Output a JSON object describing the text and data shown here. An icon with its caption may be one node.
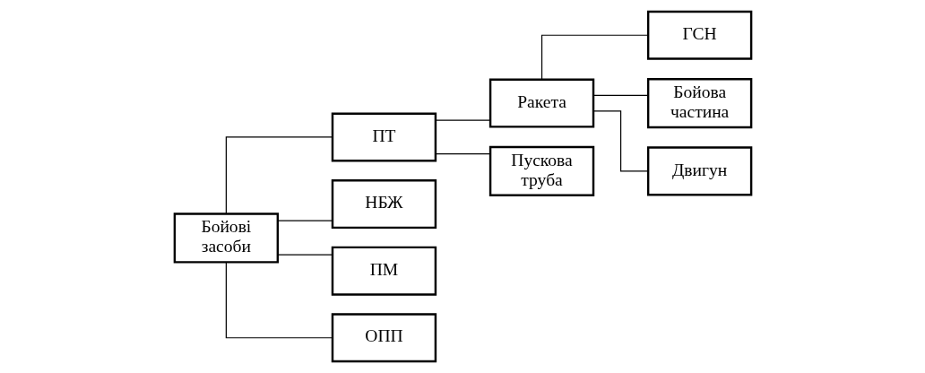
{
  "diagram": {
    "nodes": [
      {
        "text": [
          "Бойові засоби"
        ]
      },
      {
        "text": [
          "ПТ"
        ]
      },
      {
        "text": [
          "НБЖ"
        ]
      },
      {
        "text": [
          "ПМ"
        ]
      },
      {
        "text": [
          "ОПП"
        ]
      },
      {
        "text": [
          "Ракета"
        ]
      },
      {
        "text": [
          "Пускова труба"
        ]
      },
      {
        "text": [
          "ГСН"
        ]
      },
      {
        "text": [
          "Бойова частина"
        ]
      },
      {
        "text": [
          "Двигун"
        ]
      }
    ],
    "edges": [
      {
        "from": 0,
        "to": 1,
        "arrow": "none"
      },
      {
        "from": 0,
        "to": 2,
        "arrow": "none"
      },
      {
        "from": 0,
        "to": 3,
        "arrow": "none"
      },
      {
        "from": 0,
        "to": 4,
        "arrow": "none"
      },
      {
        "from": 1,
        "to": 5,
        "arrow": "none"
      },
      {
        "from": 1,
        "to": 6,
        "arrow": "none"
      },
      {
        "from": 5,
        "to": 7,
        "arrow": "none"
      },
      {
        "from": 5,
        "to": 8,
        "arrow": "none"
      },
      {
        "from": 5,
        "to": 9,
        "arrow": "none"
      }
    ]
  }
}
